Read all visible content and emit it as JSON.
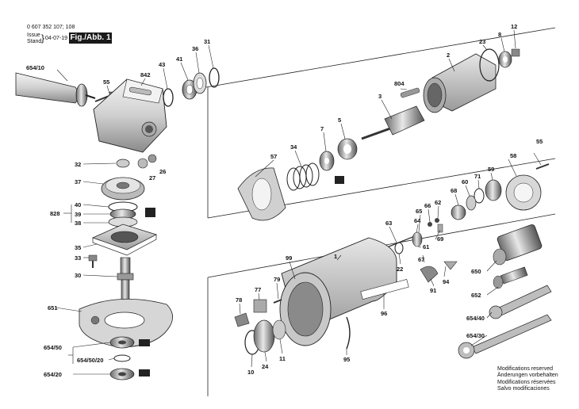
{
  "header": {
    "doc_number": "0 607 352 107; 108",
    "issue_label": "Issue",
    "stand_label": "Stand",
    "date": "04-07-19",
    "figure": "Fig./Abb. 1"
  },
  "footer": {
    "lines": [
      "Modifications reserved",
      "Änderungen vorbehalten",
      "Modifications réservées",
      "Salvo modificaciones"
    ]
  },
  "parts": {
    "p654_10": "654/10",
    "p55a": "55",
    "p842": "842",
    "p43": "43",
    "p41": "41",
    "p36": "36",
    "p31": "31",
    "p32": "32",
    "p26": "26",
    "p27": "27",
    "p37": "37",
    "p40": "40",
    "p39": "39",
    "p828": "828",
    "p38": "38",
    "p35": "35",
    "p33": "33",
    "p30": "30",
    "p651": "651",
    "p654_50": "654/50",
    "p654_50_20": "654/50/20",
    "p654_20": "654/20",
    "p23": "23",
    "p8": "8",
    "p12": "12",
    "p2": "2",
    "p804": "804",
    "p3": "3",
    "p7": "7",
    "p5": "5",
    "p57": "57",
    "p34": "34",
    "p58": "58",
    "p55b": "55",
    "p59": "59",
    "p71": "71",
    "p60": "60",
    "p68": "68",
    "p62": "62",
    "p66": "66",
    "p65": "65",
    "p63": "63",
    "p64": "64",
    "p69": "69",
    "p61": "61",
    "p67": "67",
    "p22": "22",
    "p1": "1",
    "p99": "99",
    "p650": "650",
    "p94": "94",
    "p91": "91",
    "p79": "79",
    "p77": "77",
    "p652": "652",
    "p78": "78",
    "p96": "96",
    "p654_40": "654/40",
    "p654_30": "654/30",
    "p11": "11",
    "p95": "95",
    "p24": "24",
    "p10": "10"
  }
}
